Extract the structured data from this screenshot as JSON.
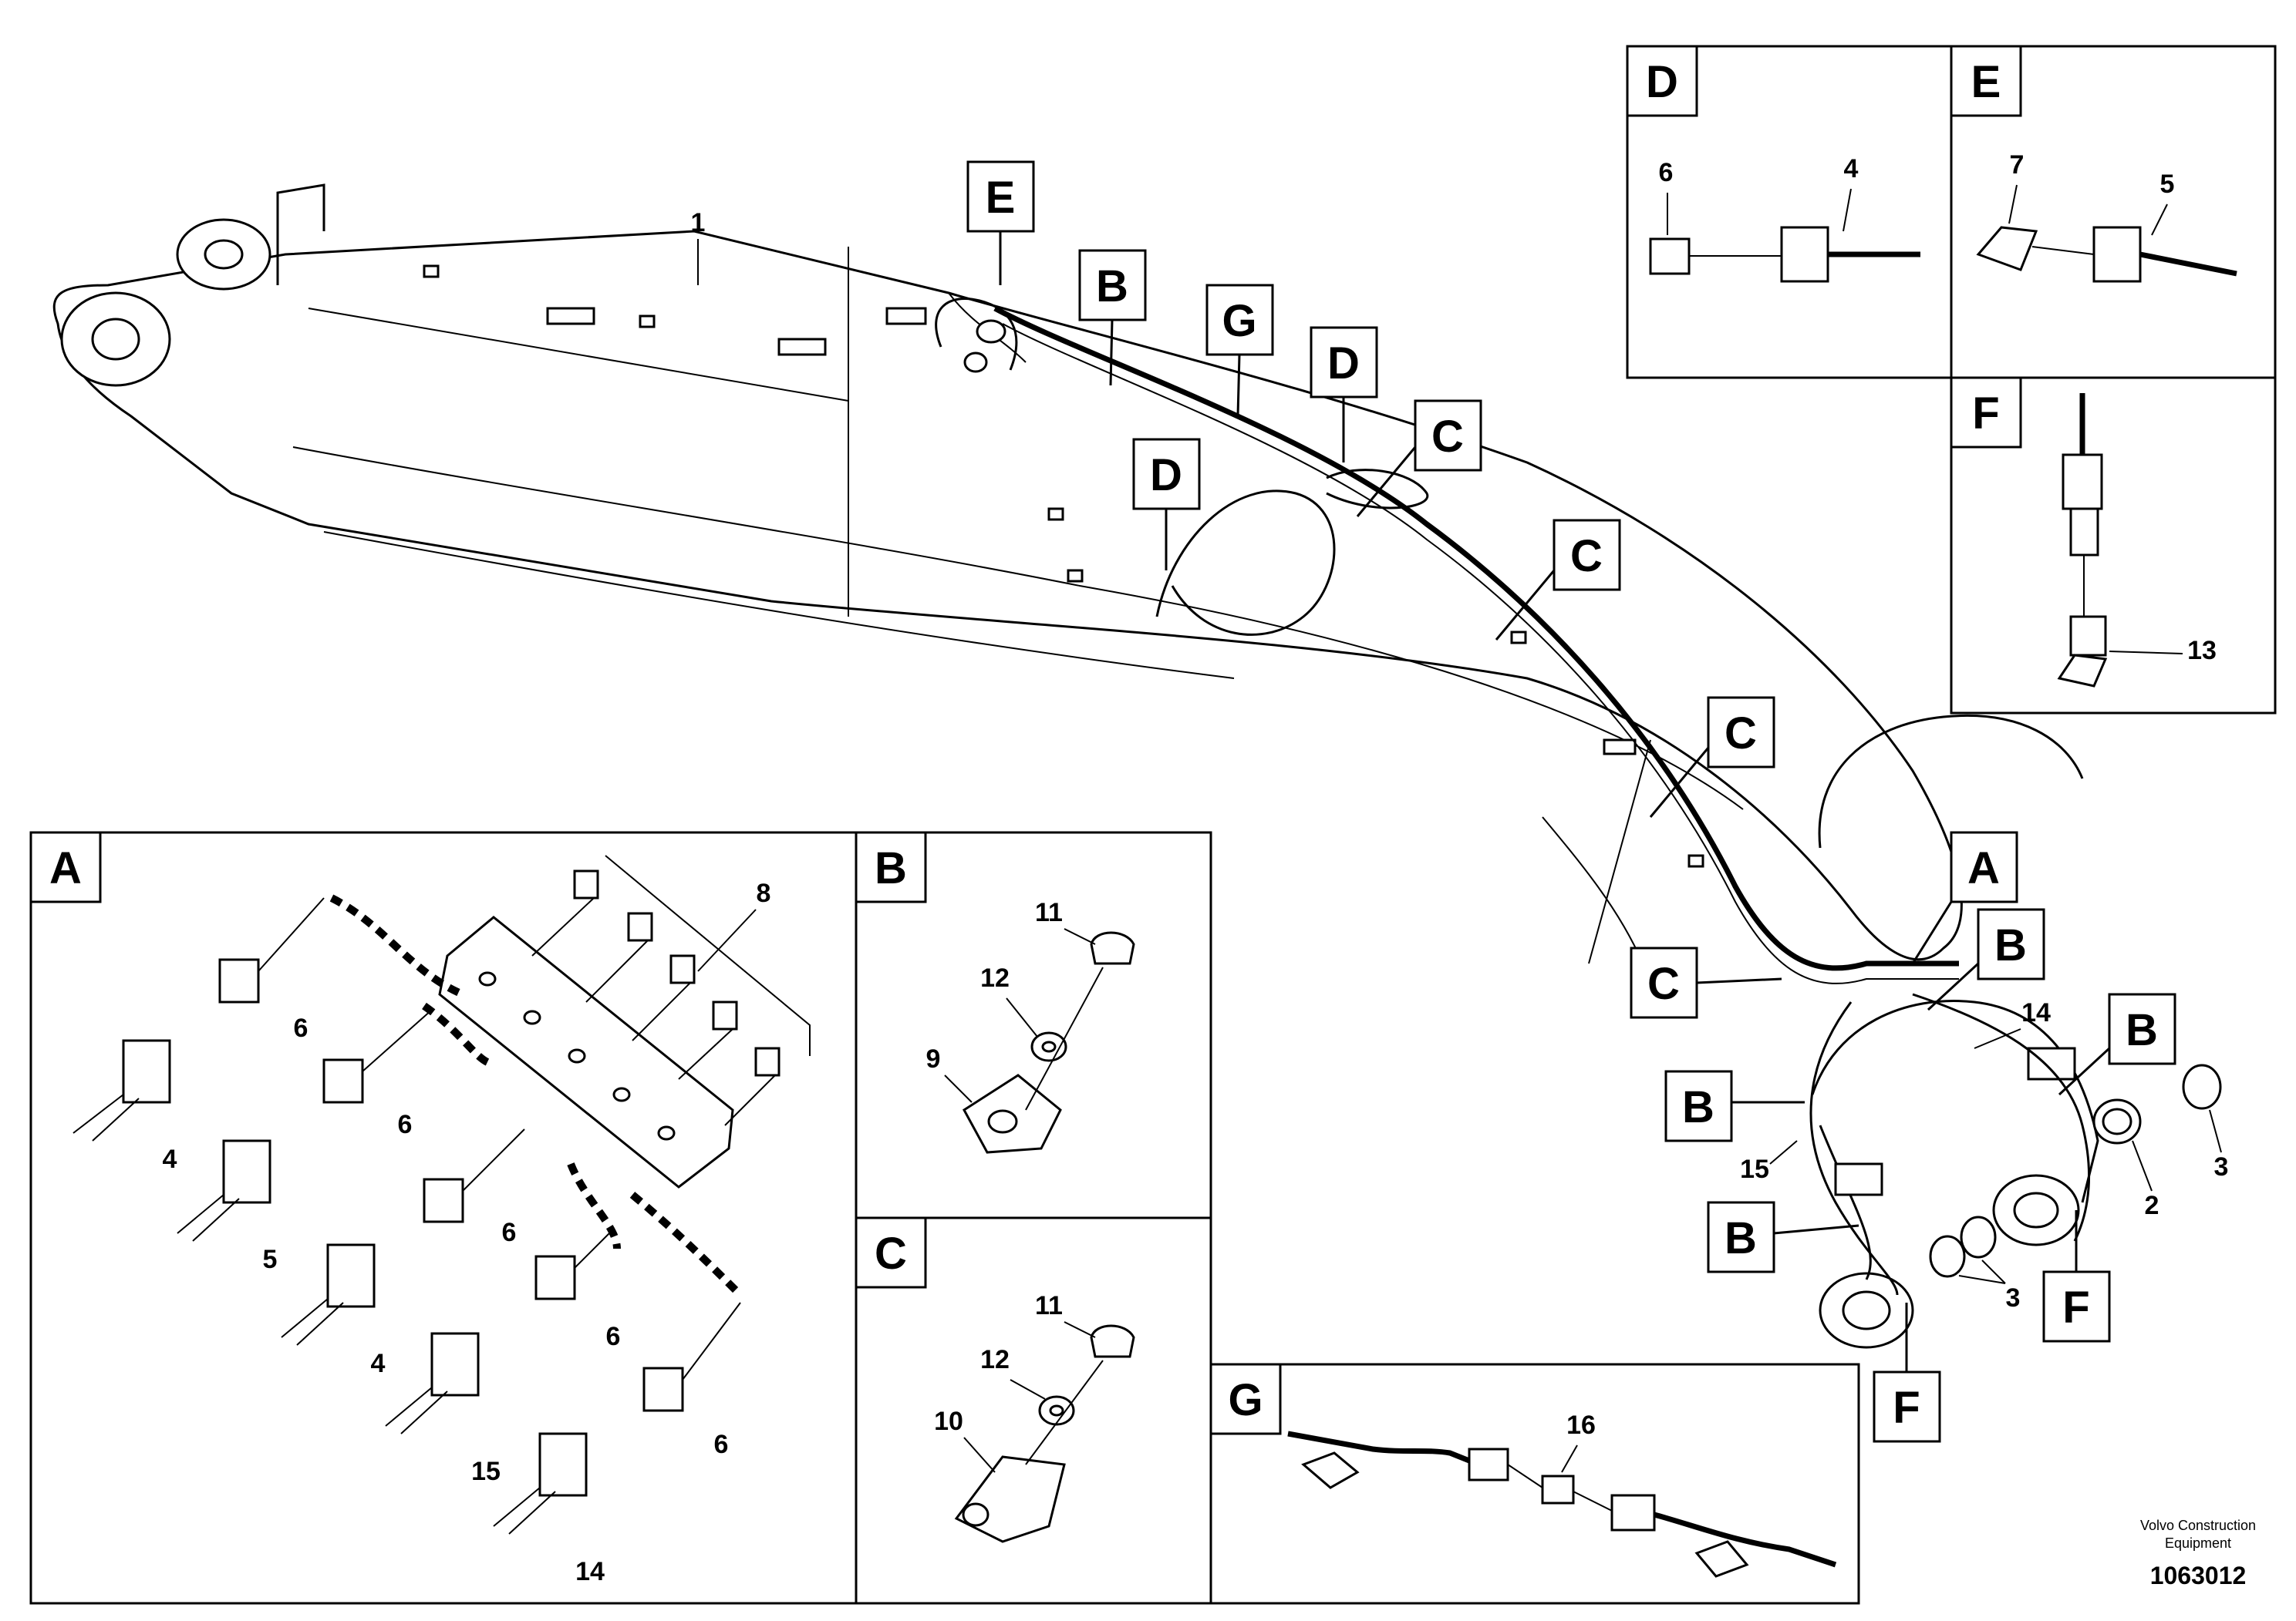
{
  "diagram": {
    "view_labels": {
      "A": "A",
      "B": "B",
      "C": "C",
      "D": "D",
      "E": "E",
      "F": "F",
      "G": "G"
    },
    "part_numbers": {
      "p1": "1",
      "p2": "2",
      "p3": "3",
      "p4": "4",
      "p5": "5",
      "p6": "6",
      "p7": "7",
      "p8": "8",
      "p9": "9",
      "p10": "10",
      "p11": "11",
      "p12": "12",
      "p13": "13",
      "p14": "14",
      "p15": "15",
      "p16": "16"
    },
    "publisher_line1": "Volvo Construction",
    "publisher_line2": "Equipment",
    "document_number": "1063012"
  }
}
